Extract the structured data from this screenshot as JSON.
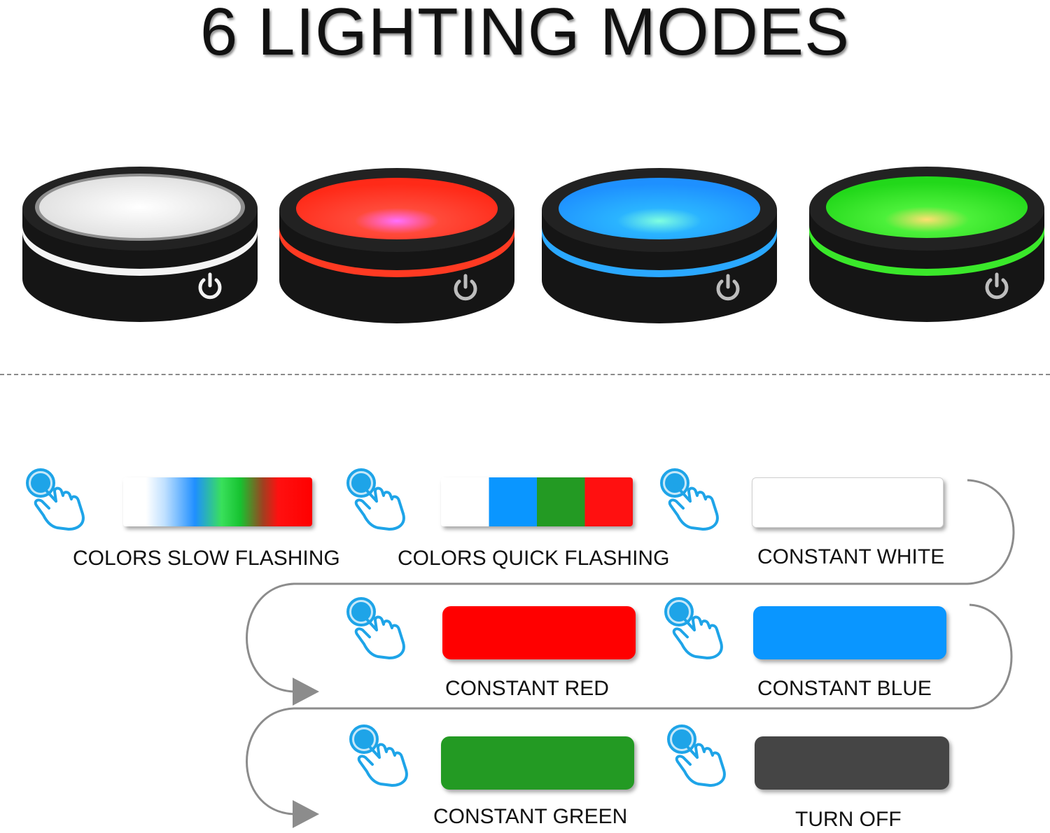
{
  "title": "6 LIGHTING MODES",
  "pucks": [
    {
      "color": "white",
      "glow": "#f4f4f4"
    },
    {
      "color": "red",
      "glow": "#ff3a22"
    },
    {
      "color": "blue",
      "glow": "#2aa8ff"
    },
    {
      "color": "green",
      "glow": "#3ae82a"
    }
  ],
  "modes": [
    {
      "label": "COLORS SLOW FLASHING",
      "swatch": "gradient"
    },
    {
      "label": "COLORS QUICK FLASHING",
      "swatch": "blocks"
    },
    {
      "label": "CONSTANT WHITE",
      "swatch": "#ffffff"
    },
    {
      "label": "CONSTANT RED",
      "swatch": "#ff0000"
    },
    {
      "label": "CONSTANT BLUE",
      "swatch": "#0a96ff"
    },
    {
      "label": "CONSTANT GREEN",
      "swatch": "#239a23"
    },
    {
      "label": "TURN OFF",
      "swatch": "#454545"
    }
  ],
  "icons": {
    "touch": "hand-touch-icon",
    "power": "power-icon"
  },
  "colors": {
    "hand": "#1ea4e8",
    "divider": "#8a8a8a",
    "flow_arrow": "#8c8c8c"
  }
}
